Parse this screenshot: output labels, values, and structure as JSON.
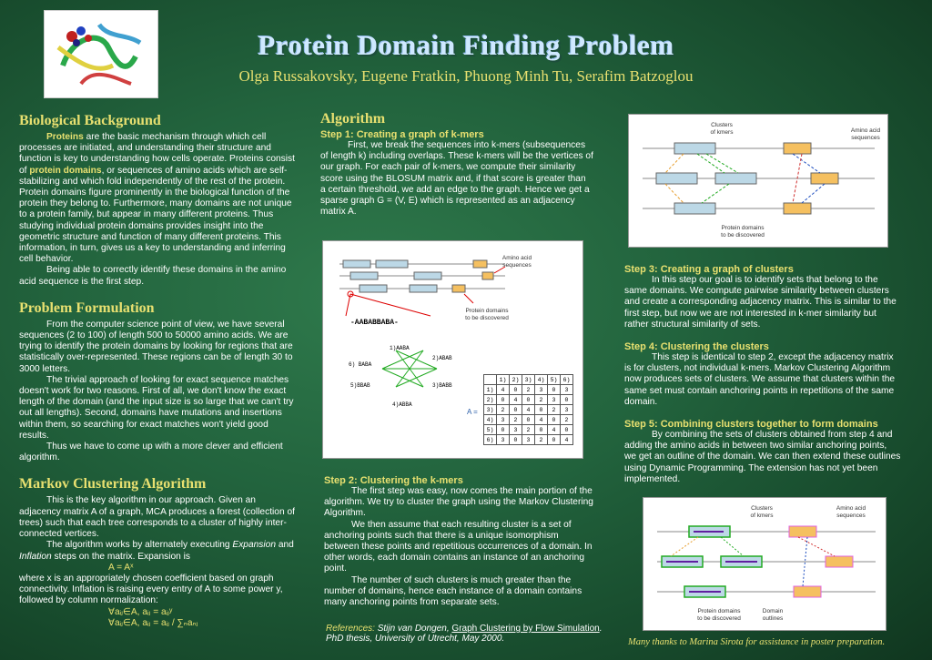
{
  "title": "Protein Domain Finding Problem",
  "authors": "Olga Russakovsky, Eugene Fratkin, Phuong Minh Tu, Serafim Batzoglou",
  "bio": {
    "heading": "Biological Background",
    "p1_a": "Proteins",
    "p1_b": " are the basic mechanism through which cell processes are initiated, and understanding their structure and function is key to understanding how cells operate. Proteins consist of ",
    "p1_c": "protein domains",
    "p1_d": ", or sequences of amino acids which are self-stabilizing and which fold independently of the rest of the protein. Protein domains figure prominently in the biological function of the protein they belong to. Furthermore, many domains are not unique to a protein family, but appear in many different proteins. Thus studying individual protein domains provides insight into the geometric structure and function of many different proteins. This information, in turn, gives us a key to understanding and inferring cell behavior.",
    "p2": "Being able to correctly identify these domains in the amino acid sequence is the first step."
  },
  "problem": {
    "heading": "Problem Formulation",
    "p1": "From the computer science point of view, we have several sequences (2 to 100) of length 500 to 50000 amino acids. We are trying to identify the protein domains by looking for regions that are statistically over-represented. These regions can be of length 30 to 3000 letters.",
    "p2": "The trivial approach of looking for exact sequence matches doesn't work for two reasons. First of all, we don't know the exact length of the domain (and the input size is so large that we can't try out all lengths). Second, domains have mutations and insertions within them, so searching for exact matches won't yield good results.",
    "p3": "Thus we have to come up with a more clever and efficient algorithm."
  },
  "mca": {
    "heading": "Markov Clustering Algorithm",
    "p1": "This is the key algorithm in our approach. Given an adjacency matrix A of a graph, MCA produces a forest (collection of trees) such that each tree corresponds to a cluster of highly inter-connected vertices.",
    "p2_a": "The algorithm works by alternately executing ",
    "p2_b": "Expansion",
    "p2_c": " and ",
    "p2_d": "Inflation",
    "p2_e": " steps on the matrix. Expansion is",
    "formula1": "A = Aˣ",
    "p3": "where x is an appropriately chosen coefficient based on graph connectivity. Inflation is raising every entry of A to some power y, followed by column normalization:",
    "formula2": "∀aᵢⱼ∈A, aᵢⱼ = aᵢⱼʸ",
    "formula3": "∀aᵢⱼ∈A, aᵢⱼ = aᵢⱼ / ∑ₙaₙⱼ"
  },
  "algo": {
    "heading": "Algorithm",
    "step1_title": "Step 1: Creating a graph of k-mers",
    "step1_text": "First, we break the sequences into k-mers (subsequences of length k) including overlaps. These k-mers will be the vertices of our graph. For each pair of k-mers, we compute their similarity score using the BLOSUM matrix and, if that score is greater than a certain threshold, we add an edge to the graph. Hence we get a sparse graph G = (V, E)  which is represented as an adjacency matrix A.",
    "step2_title": "Step 2: Clustering the k-mers",
    "step2_p1": "The first step was easy, now comes the main portion of the algorithm. We try to cluster the graph using the Markov Clustering Algorithm.",
    "step2_p2": "We then assume that each resulting cluster is a set of anchoring points such that there is a unique isomorphism between these points and repetitious occurrences of a domain. In other words, each domain contains an instance of an anchoring point.",
    "step2_p3": "The number of such clusters is much greater than the number of domains, hence each instance of a domain contains many anchoring points from separate sets.",
    "refs_label": "References:",
    "refs_a": " Stijn van Dongen, ",
    "refs_link": "Graph Clustering by Flow Simulation",
    "refs_b": ".",
    "refs_c": "PhD thesis, University of Utrecht, May 2000."
  },
  "right": {
    "step3_title": "Step 3: Creating a graph of clusters",
    "step3_text": "In this step our goal is to identify sets that belong to the same domains. We compute pairwise similarity between clusters and create a corresponding adjacency matrix. This is similar to the first step, but now we are not interested in k-mer similarity but rather structural similarity of sets.",
    "step4_title": "Step 4: Clustering the clusters",
    "step4_text": "This step is identical to step 2, except the adjacency matrix is for clusters, not individual k-mers. Markov Clustering Algorithm now produces sets of clusters. We assume that clusters within the same set must contain anchoring points in repetitions of the same domain.",
    "step5_title": "Step 5: Combining clusters together to form domains",
    "step5_text": "By combining the sets of clusters obtained from step 4 and adding the amino acids in between two similar anchoring points, we get an outline of the domain. We  can then extend these outlines using Dynamic Programming. The extension has not yet been implemented.",
    "thanks": "Many thanks to Marina Sirota for assistance in poster preparation."
  },
  "fig1": {
    "label_aa": "Amino acid\nsequences",
    "label_pd": "Protein domains\nto be discovered",
    "sequence": "-AABABBABA-",
    "nodes": [
      "1)AABA",
      "2)ABAB",
      "3)BABB",
      "4)ABBA",
      "5)BBAB",
      "6)  BABA"
    ],
    "matrix_label": "A =",
    "matrix_header": [
      "",
      "1)",
      "2)",
      "3)",
      "4)",
      "5)",
      "6)"
    ],
    "matrix_rows": [
      [
        "1)",
        "4",
        "0",
        "2",
        "3",
        "0",
        "3"
      ],
      [
        "2)",
        "0",
        "4",
        "0",
        "2",
        "3",
        "0"
      ],
      [
        "3)",
        "2",
        "0",
        "4",
        "0",
        "2",
        "3"
      ],
      [
        "4)",
        "3",
        "2",
        "0",
        "4",
        "0",
        "2"
      ],
      [
        "5)",
        "0",
        "3",
        "2",
        "0",
        "4",
        "0"
      ],
      [
        "6)",
        "3",
        "0",
        "3",
        "2",
        "0",
        "4"
      ]
    ]
  },
  "fig2": {
    "label_ck": "Clusters\nof kmers",
    "label_aa": "Amino acid\nsequences",
    "label_pd": "Protein domains\nto be discovered"
  },
  "fig3": {
    "label_ck": "Clusters\nof kmers",
    "label_aa": "Amino acid\nsequences",
    "label_pd": "Protein domains\nto be discovered",
    "label_do": "Domain\noutlines"
  }
}
